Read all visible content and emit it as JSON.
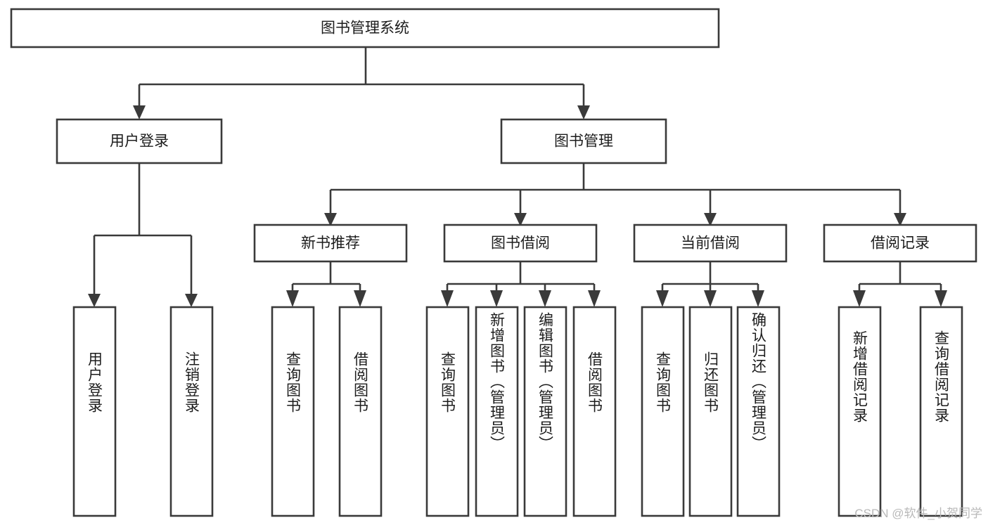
{
  "diagram": {
    "type": "hierarchy-tree",
    "title": "图书管理系统",
    "watermark": "CSDN @软件_小贺同学",
    "colors": {
      "box_stroke": "#3a3a3a",
      "box_fill": "#ffffff",
      "text": "#1c1c1c",
      "watermark": "#b9b9b9",
      "background": "#ffffff"
    },
    "levels": {
      "root": {
        "label": "图书管理系统"
      },
      "level2": [
        {
          "id": "user-login",
          "label": "用户登录"
        },
        {
          "id": "book-management",
          "label": "图书管理"
        }
      ],
      "level3": [
        {
          "id": "new-book-recommend",
          "label": "新书推荐",
          "parent": "book-management"
        },
        {
          "id": "book-borrow",
          "label": "图书借阅",
          "parent": "book-management"
        },
        {
          "id": "current-borrow",
          "label": "当前借阅",
          "parent": "book-management"
        },
        {
          "id": "borrow-record",
          "label": "借阅记录",
          "parent": "book-management"
        }
      ],
      "leaves": [
        {
          "id": "leaf-user-login",
          "label": "用户登录",
          "parent": "user-login"
        },
        {
          "id": "leaf-logout-login",
          "label": "注销登录",
          "parent": "user-login"
        },
        {
          "id": "leaf-query-book-1",
          "label": "查询图书",
          "parent": "new-book-recommend"
        },
        {
          "id": "leaf-borrow-book-1",
          "label": "借阅图书",
          "parent": "new-book-recommend"
        },
        {
          "id": "leaf-query-book-2",
          "label": "查询图书",
          "parent": "book-borrow"
        },
        {
          "id": "leaf-add-book",
          "label": "新增图书（管理员）",
          "parent": "book-borrow"
        },
        {
          "id": "leaf-edit-book",
          "label": "编辑图书（管理员）",
          "parent": "book-borrow"
        },
        {
          "id": "leaf-borrow-book-2",
          "label": "借阅图书",
          "parent": "book-borrow"
        },
        {
          "id": "leaf-query-book-3",
          "label": "查询图书",
          "parent": "current-borrow"
        },
        {
          "id": "leaf-return-book",
          "label": "归还图书",
          "parent": "current-borrow"
        },
        {
          "id": "leaf-confirm-return",
          "label": "确认归还（管理员）",
          "parent": "current-borrow"
        },
        {
          "id": "leaf-add-record",
          "label": "新增借阅记录",
          "parent": "borrow-record"
        },
        {
          "id": "leaf-query-record",
          "label": "查询借阅记录",
          "parent": "borrow-record"
        }
      ]
    }
  }
}
